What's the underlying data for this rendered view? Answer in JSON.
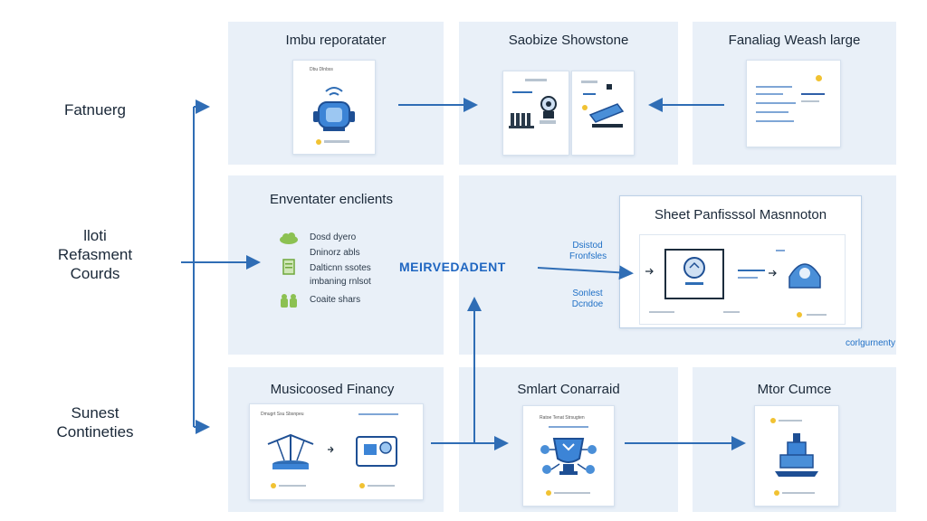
{
  "row_labels": {
    "top": "Fatnuerg",
    "middle_line1": "lloti",
    "middle_line2": "Refasment",
    "middle_line3": "Courds",
    "bottom_line1": "Sunest",
    "bottom_line2": "Contineties"
  },
  "panels": {
    "p1": {
      "title": "Imbu reporatater",
      "card_header": "Dbu Dlnbss"
    },
    "p2": {
      "title": "Saobize Showstone"
    },
    "p3": {
      "title": "Fanaliag Weash large"
    },
    "p4": {
      "title": "Enventater enclients",
      "legend": [
        "Dosd dyero",
        "Dninorz abls",
        "Dalticnn ssotes",
        "imbaning rnlsot",
        "Coaite shars"
      ]
    },
    "p5": {
      "banner": "MEIRVEDADENT",
      "card_title": "Sheet Panfisssol Masnnoton",
      "left_note_top_line1": "Dsistod",
      "left_note_top_line2": "Fronfsles",
      "left_note_bottom_line1": "Sonlest",
      "left_note_bottom_line2": "Dcndoe",
      "footer": "corlgurnenty"
    },
    "p6": {
      "title": "Musicoosed Financy",
      "card_a_header": "Dmugrt Ssu Sbsnpeu"
    },
    "p7": {
      "title": "Smlart Conarraid",
      "card_header": "Ratoe Tenat Strsugten"
    },
    "p8": {
      "title": "Mtor Cumce"
    }
  },
  "colors": {
    "panel_bg": "#e9f0f8",
    "accent_blue": "#2070c6",
    "arrow_blue": "#2f6db5",
    "highlight_yellow": "#f1c232",
    "legend_green": "#8cc152"
  }
}
